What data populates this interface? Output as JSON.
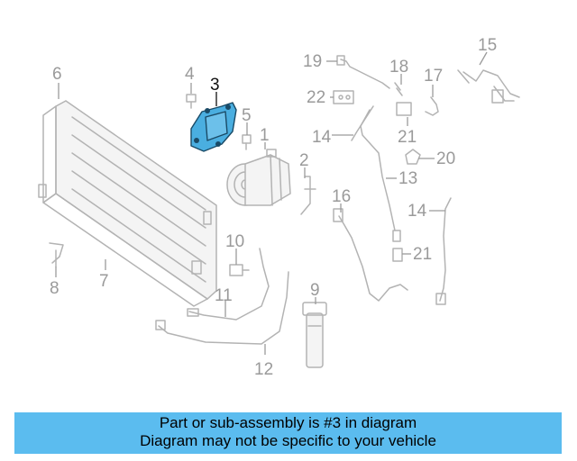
{
  "diagram": {
    "highlighted_part": "3",
    "highlight_color": "#4aaee0",
    "callouts": [
      "1",
      "2",
      "3",
      "4",
      "5",
      "6",
      "7",
      "8",
      "9",
      "10",
      "11",
      "12",
      "13",
      "14",
      "14",
      "15",
      "16",
      "17",
      "18",
      "19",
      "20",
      "21",
      "21",
      "22"
    ]
  },
  "banner": {
    "line1": "Part or sub-assembly is #3 in diagram",
    "line2": "Diagram may not be specific to your vehicle",
    "background": "#5bbcef"
  }
}
